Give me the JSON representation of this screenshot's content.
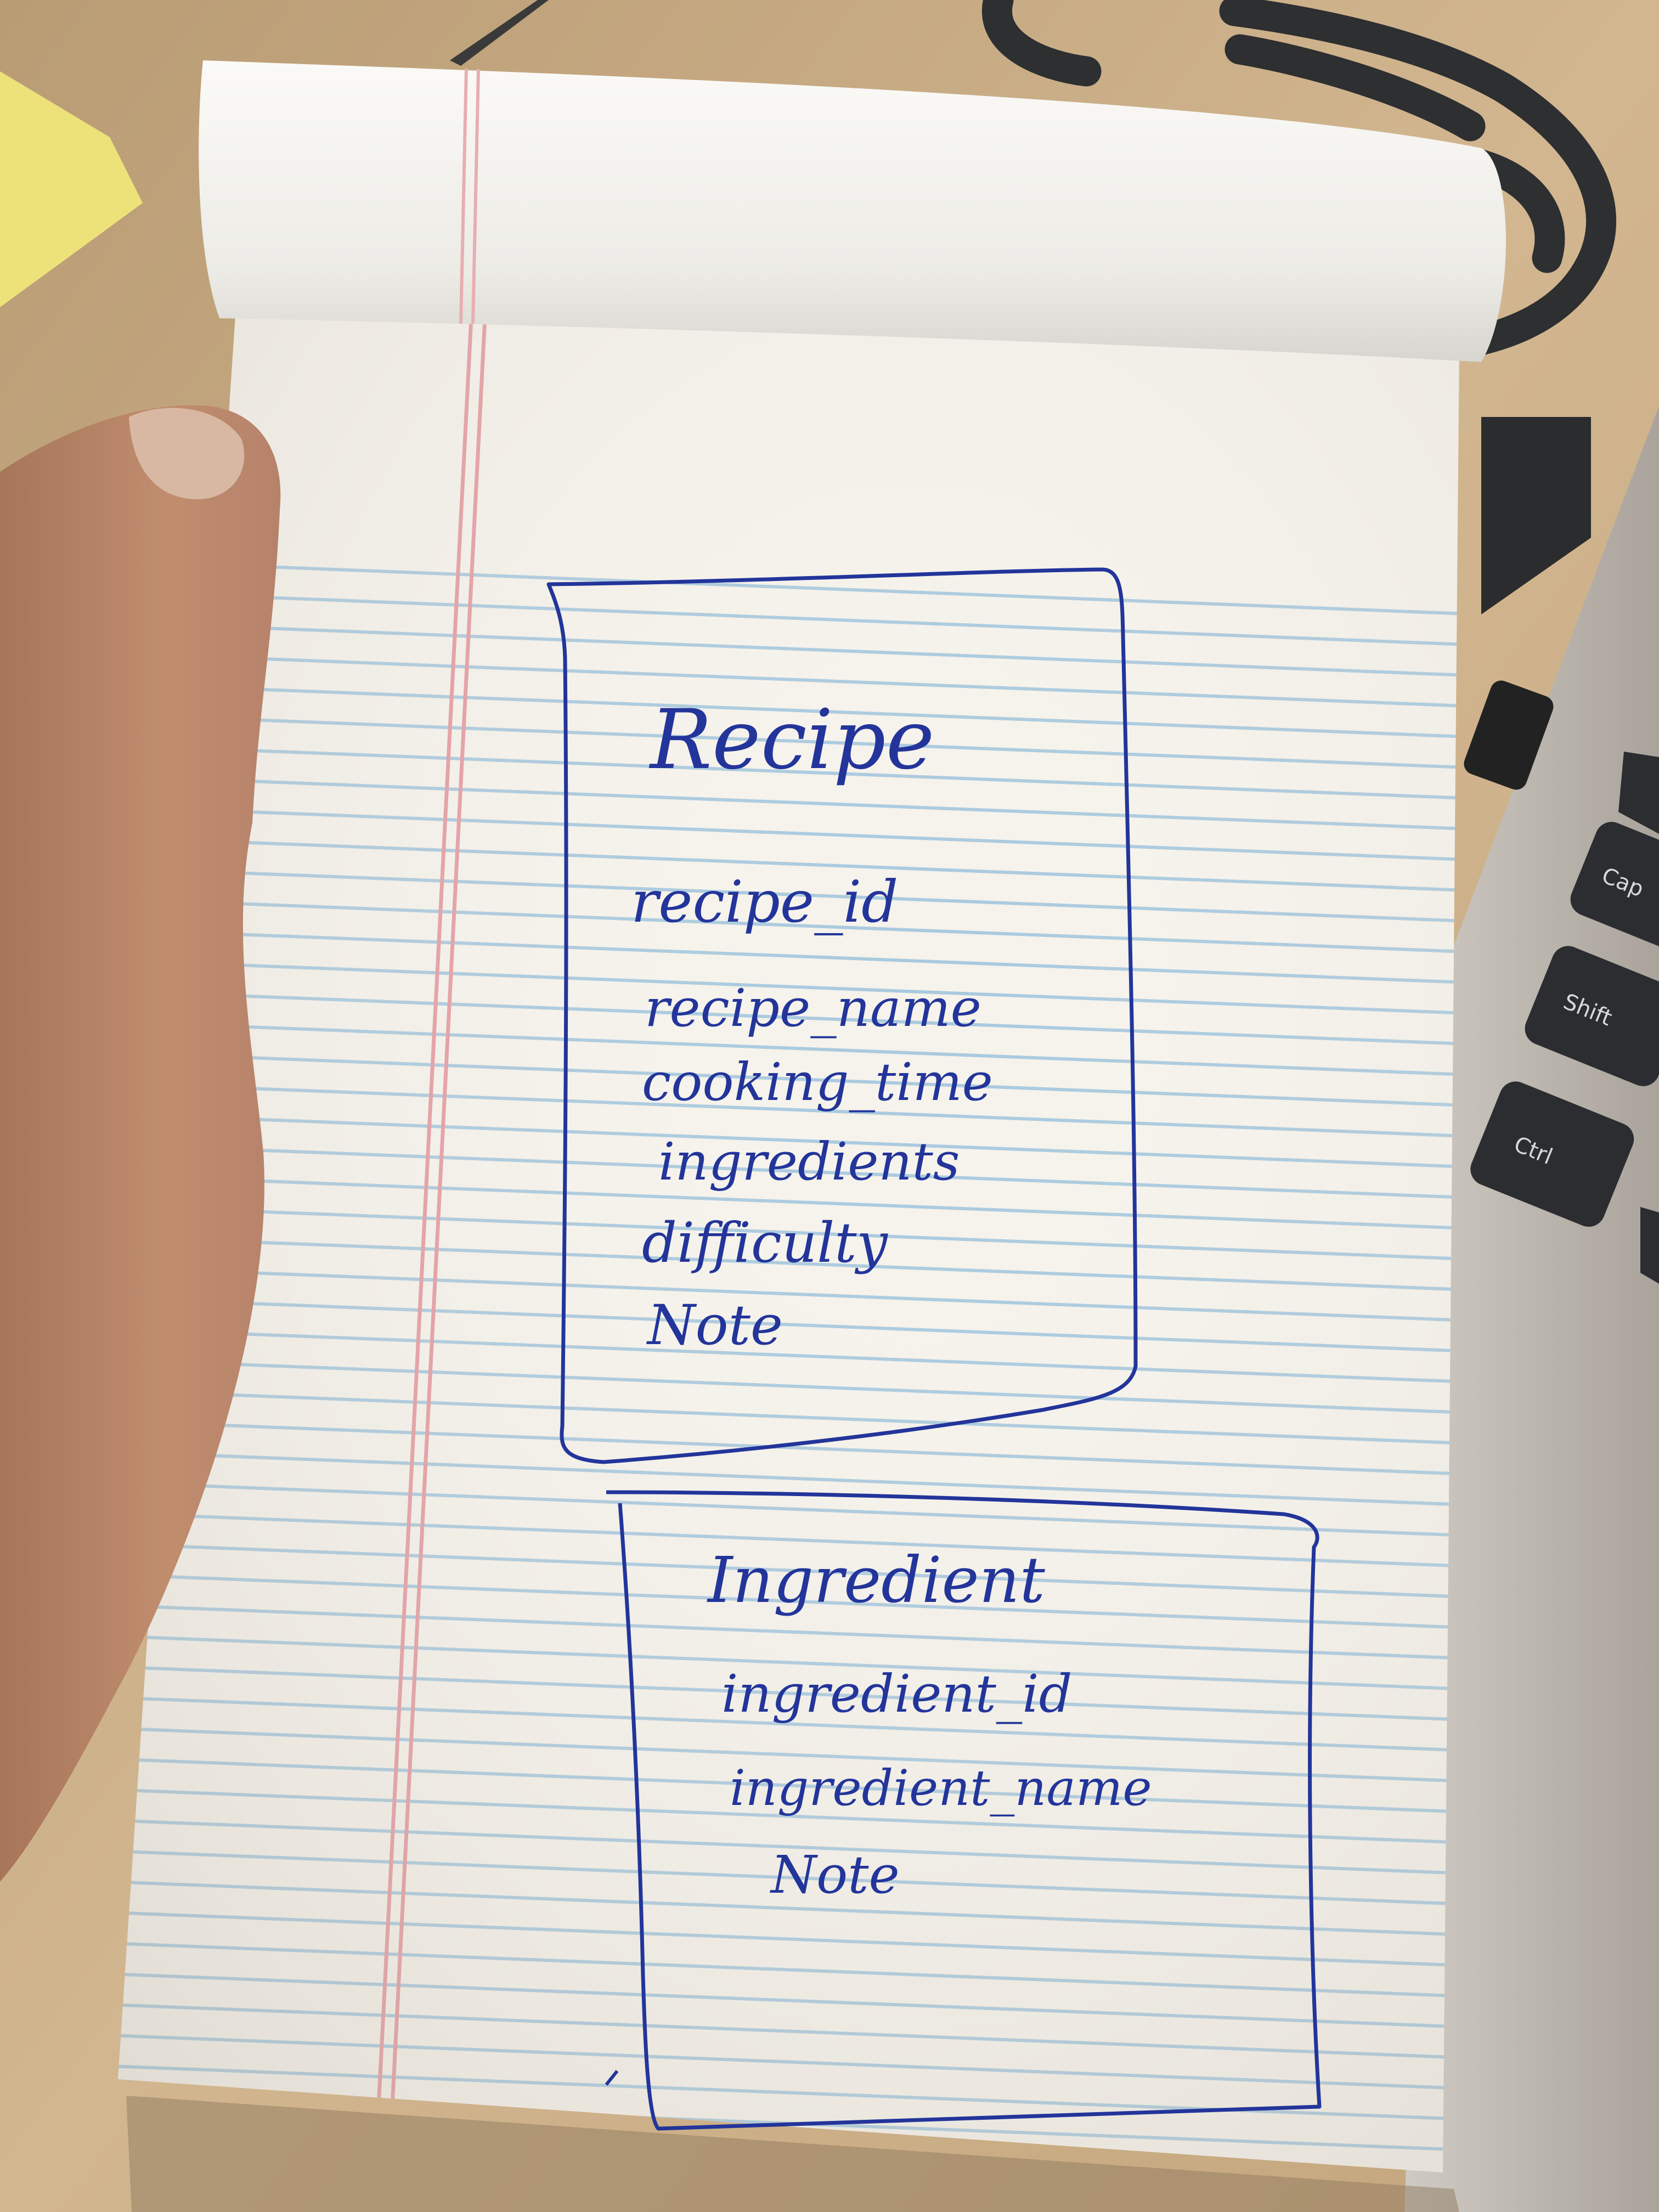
{
  "colors": {
    "desk": "#c9ad86",
    "paper": "#f6f3ec",
    "ruled_line": "#9cc2dc",
    "margin_line": "#e59aa0",
    "ink": "#23359a"
  },
  "keyboard": {
    "keys": [
      "Cap",
      "Shift",
      "Ctrl"
    ]
  },
  "entities": [
    {
      "title": "Recipe",
      "fields": [
        "recipe_id",
        "recipe_name",
        "cooking_time",
        "ingredients",
        "difficulty",
        "Note"
      ]
    },
    {
      "title": "Ingredient",
      "fields": [
        "ingredient_id",
        "ingredient_name",
        "Note"
      ]
    }
  ]
}
